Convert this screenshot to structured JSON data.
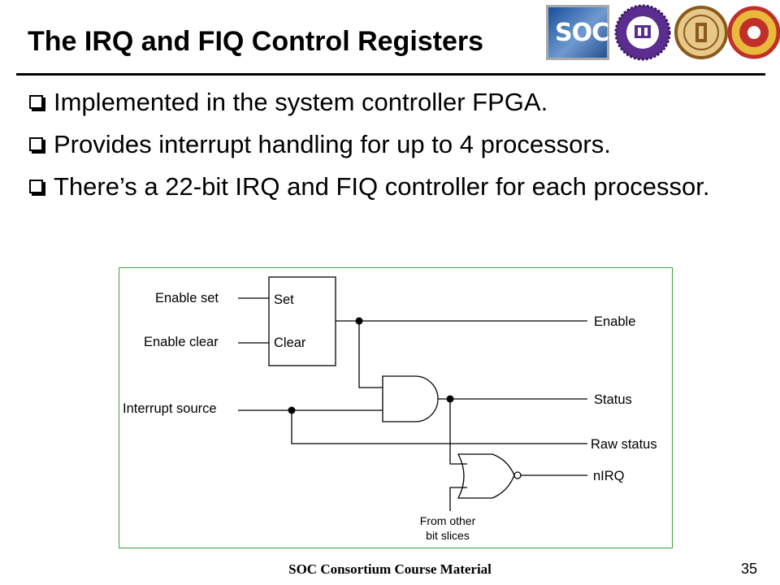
{
  "slide": {
    "title": "The IRQ and FIQ Control Registers",
    "bullets": [
      "Implemented in the system controller FPGA.",
      "Provides interrupt handling for up to 4 processors.",
      "There’s a 22-bit IRQ and FIQ controller for each processor."
    ],
    "footer": "SOC Consortium Course Material",
    "page_number": "35"
  },
  "logos": {
    "soc_text": "SOC",
    "names": [
      "soc-logo",
      "university-seal-purple",
      "university-seal-brown",
      "university-seal-red"
    ],
    "colors": {
      "soc_blue": "#1a4f9a",
      "purple": "#5b2d8f",
      "brown": "#8a5a1c",
      "red": "#c0302a"
    }
  },
  "diagram": {
    "border_color": "#3fa33f",
    "inputs": {
      "enable_set": "Enable set",
      "enable_clear": "Enable clear",
      "interrupt_source": "Interrupt source"
    },
    "register_box": {
      "set": "Set",
      "clear": "Clear"
    },
    "outputs": {
      "enable": "Enable",
      "status": "Status",
      "raw_status": "Raw status",
      "nirq": "nIRQ"
    },
    "other_slices": [
      "From other",
      "bit slices"
    ]
  }
}
